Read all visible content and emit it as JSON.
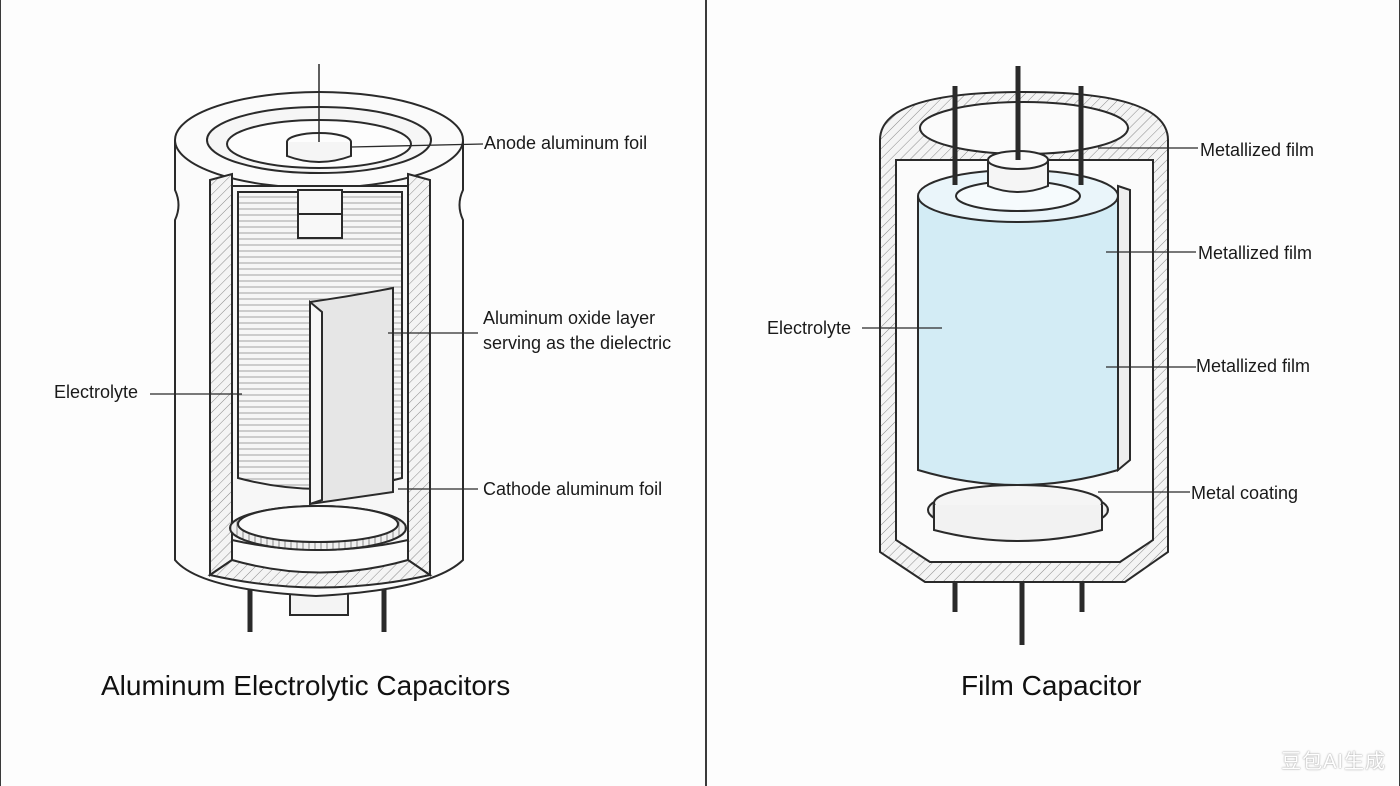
{
  "left_panel": {
    "title": "Aluminum Electrolytic Capacitors",
    "labels": {
      "anode": "Anode aluminum foil",
      "oxide": "Aluminum oxide layer serving as the dielectric",
      "electrolyte": "Electrolyte",
      "cathode": "Cathode aluminum foil"
    }
  },
  "right_panel": {
    "title": "Film Capacitor",
    "labels": {
      "film_1": "Metallized film",
      "film_2": "Metallized film",
      "film_3": "Metallized film",
      "electrolyte": "Electrolyte",
      "metal_coating": "Metal coating"
    }
  },
  "watermark": "豆包AI生成",
  "colors": {
    "ink": "#2a2a2a",
    "film_fill": "#d3ecf5",
    "oxide_fill": "#e6e6e6",
    "background": "#fdfdfd"
  }
}
